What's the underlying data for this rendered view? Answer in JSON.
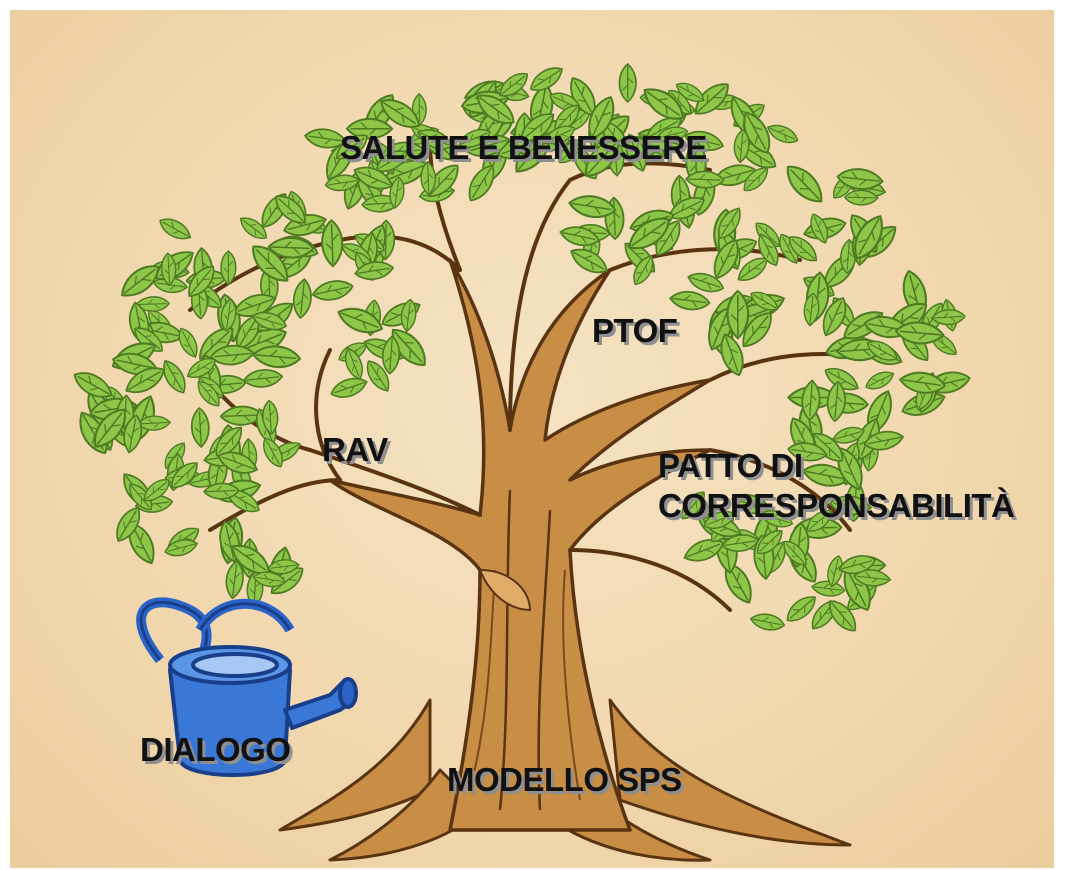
{
  "labels": {
    "salute": "SALUTE E BENESSERE",
    "ptof": "PTOF",
    "rav": "RAV",
    "patto_line1": "PATTO DI",
    "patto_line2": "CORRESPONSABILITÀ",
    "dialogo": "DIALOGO",
    "modello": "MODELLO SPS"
  },
  "colors": {
    "background": "#f2d8ae",
    "leaf": "#8ec64a",
    "leaf_dark": "#5f8f2a",
    "trunk": "#c98e45",
    "trunk_outline": "#5a3410",
    "watering_can": "#3a78d8",
    "label_text": "#111111",
    "label_shadow": "#8f8f8f"
  },
  "icons": {
    "tree": "tree-illustration",
    "watering_can": "watering-can-icon"
  }
}
